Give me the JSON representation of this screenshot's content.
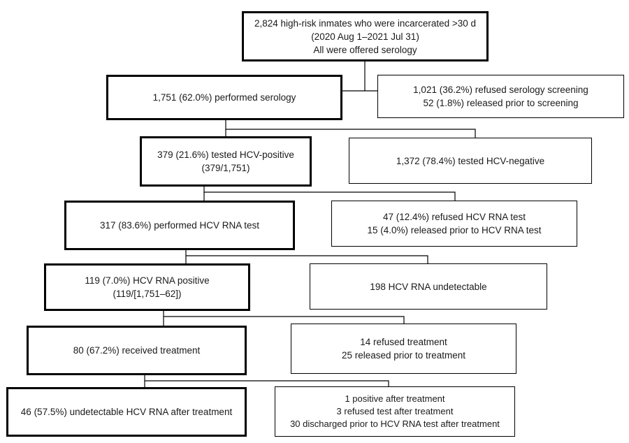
{
  "flowchart": {
    "nodes": [
      {
        "id": "n0",
        "lines": [
          "2,824 high-risk inmates who were incarcerated  >30 d",
          "(2020 Aug 1–2021 Jul 31)",
          "All were offered serology"
        ]
      },
      {
        "id": "n1",
        "lines": [
          "1,751 (62.0%) performed serology"
        ]
      },
      {
        "id": "n1x",
        "lines": [
          "1,021 (36.2%) refused serology screening",
          "52 (1.8%) released prior to screening"
        ]
      },
      {
        "id": "n2",
        "lines": [
          "379 (21.6%) tested HCV-positive",
          "(379/1,751)"
        ]
      },
      {
        "id": "n2x",
        "lines": [
          "1,372 (78.4%) tested HCV-negative"
        ]
      },
      {
        "id": "n3",
        "lines": [
          "317 (83.6%) performed HCV RNA test"
        ]
      },
      {
        "id": "n3x",
        "lines": [
          "47 (12.4%) refused HCV RNA test",
          "15 (4.0%) released prior to HCV RNA test"
        ]
      },
      {
        "id": "n4",
        "lines": [
          "119 (7.0%) HCV RNA positive",
          "(119/[1,751–62])"
        ]
      },
      {
        "id": "n4x",
        "lines": [
          "198 HCV RNA undetectable"
        ]
      },
      {
        "id": "n5",
        "lines": [
          "80 (67.2%) received treatment"
        ]
      },
      {
        "id": "n5x",
        "lines": [
          "14 refused treatment",
          "25 released prior to treatment"
        ]
      },
      {
        "id": "n6",
        "lines": [
          "46 (57.5%) undetectable HCV RNA after treatment"
        ]
      },
      {
        "id": "n6x",
        "lines": [
          "1 positive after treatment",
          "3 refused test after treatment",
          "30 discharged prior to HCV RNA test after treatment"
        ]
      }
    ]
  }
}
